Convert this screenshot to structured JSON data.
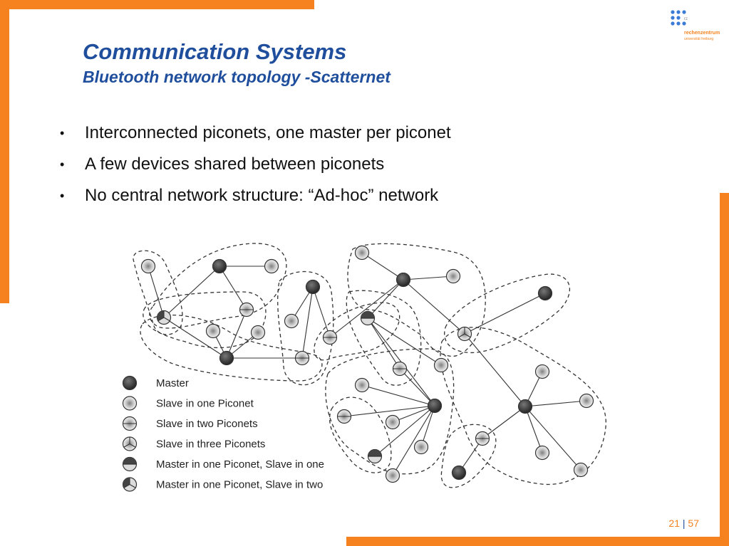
{
  "slide": {
    "title": "Communication Systems",
    "subtitle": "Bluetooth network topology -Scatternet",
    "bullets": [
      "Interconnected piconets, one master per piconet",
      "A few devices shared between piconets",
      "No central network structure: “Ad-hoc” network"
    ],
    "page": {
      "current": "21",
      "separator": "|",
      "total": "57"
    },
    "logo": {
      "line1": "rechenzentrum",
      "line2": "universität freiburg",
      "mark": "rz"
    },
    "colors": {
      "accent": "#f5821f",
      "title": "#1f4e9c"
    }
  },
  "legend": [
    {
      "type": "master",
      "label": "Master"
    },
    {
      "type": "slave1",
      "label": "Slave in one Piconet"
    },
    {
      "type": "slave2",
      "label": "Slave in two Piconets"
    },
    {
      "type": "slave3",
      "label": "Slave in three Piconets"
    },
    {
      "type": "ms1",
      "label": "Master in one Piconet, Slave in one"
    },
    {
      "type": "ms2",
      "label": "Master in one Piconet, Slave in two"
    }
  ],
  "nodes": [
    {
      "id": "a1",
      "type": "slave1"
    },
    {
      "id": "a2",
      "type": "master"
    },
    {
      "id": "a3",
      "type": "slave1"
    },
    {
      "id": "a4",
      "type": "ms2"
    },
    {
      "id": "a5",
      "type": "slave2"
    },
    {
      "id": "a6",
      "type": "slave1"
    },
    {
      "id": "a7",
      "type": "slave1"
    },
    {
      "id": "a8",
      "type": "master"
    },
    {
      "id": "b1",
      "type": "master"
    },
    {
      "id": "b2",
      "type": "slave1"
    },
    {
      "id": "b3",
      "type": "slave2"
    },
    {
      "id": "b4",
      "type": "slave2"
    },
    {
      "id": "c1",
      "type": "slave1"
    },
    {
      "id": "c2",
      "type": "master"
    },
    {
      "id": "c3",
      "type": "slave1"
    },
    {
      "id": "c4",
      "type": "ms1"
    },
    {
      "id": "c5",
      "type": "slave2"
    },
    {
      "id": "c6",
      "type": "slave1"
    },
    {
      "id": "d1",
      "type": "master"
    },
    {
      "id": "d2",
      "type": "slave3"
    },
    {
      "id": "e1",
      "type": "slave1"
    },
    {
      "id": "e2",
      "type": "master"
    },
    {
      "id": "e3",
      "type": "slave2"
    },
    {
      "id": "e4",
      "type": "slave1"
    },
    {
      "id": "e5",
      "type": "slave1"
    },
    {
      "id": "e6",
      "type": "ms1"
    },
    {
      "id": "e7",
      "type": "slave1"
    },
    {
      "id": "f1",
      "type": "slave1"
    },
    {
      "id": "f2",
      "type": "master"
    },
    {
      "id": "f3",
      "type": "slave1"
    },
    {
      "id": "f4",
      "type": "slave1"
    },
    {
      "id": "f5",
      "type": "slave1"
    },
    {
      "id": "f6",
      "type": "slave2"
    },
    {
      "id": "g1",
      "type": "master"
    }
  ],
  "links": [
    [
      "a1",
      "a4"
    ],
    [
      "a2",
      "a3"
    ],
    [
      "a2",
      "a4"
    ],
    [
      "a2",
      "a5"
    ],
    [
      "a8",
      "a4"
    ],
    [
      "a8",
      "a5"
    ],
    [
      "a8",
      "a6"
    ],
    [
      "a8",
      "a7"
    ],
    [
      "a8",
      "b4"
    ],
    [
      "b1",
      "b2"
    ],
    [
      "b1",
      "b3"
    ],
    [
      "b1",
      "b4"
    ],
    [
      "c2",
      "c1"
    ],
    [
      "c2",
      "c3"
    ],
    [
      "c2",
      "c4"
    ],
    [
      "c2",
      "b3"
    ],
    [
      "c2",
      "d2"
    ],
    [
      "c4",
      "c5"
    ],
    [
      "c4",
      "c6"
    ],
    [
      "c4",
      "e2"
    ],
    [
      "d1",
      "d2"
    ],
    [
      "d2",
      "f2"
    ],
    [
      "e2",
      "e1"
    ],
    [
      "e2",
      "e3"
    ],
    [
      "e2",
      "e4"
    ],
    [
      "e2",
      "e5"
    ],
    [
      "e2",
      "e6"
    ],
    [
      "e2",
      "e7"
    ],
    [
      "e2",
      "c5"
    ],
    [
      "f2",
      "f1"
    ],
    [
      "f2",
      "f3"
    ],
    [
      "f2",
      "f4"
    ],
    [
      "f2",
      "f5"
    ],
    [
      "f2",
      "f6"
    ],
    [
      "f6",
      "g1"
    ]
  ]
}
